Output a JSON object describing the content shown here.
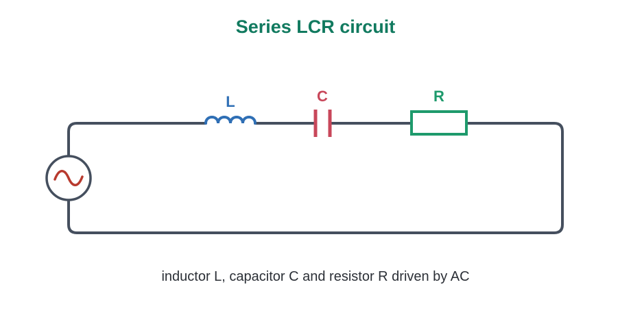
{
  "diagram": {
    "title": "Series LCR circuit",
    "caption": "inductor L, capacitor C and resistor R driven by AC",
    "components": {
      "inductor": {
        "label": "L",
        "color": "#2f6fb5"
      },
      "capacitor": {
        "label": "C",
        "color": "#c8475a"
      },
      "resistor": {
        "label": "R",
        "color": "#1e9a6c"
      },
      "source": {
        "icon": "ac-source-icon",
        "color": "#b83a2e"
      }
    },
    "wire_color": "#454f5e"
  }
}
